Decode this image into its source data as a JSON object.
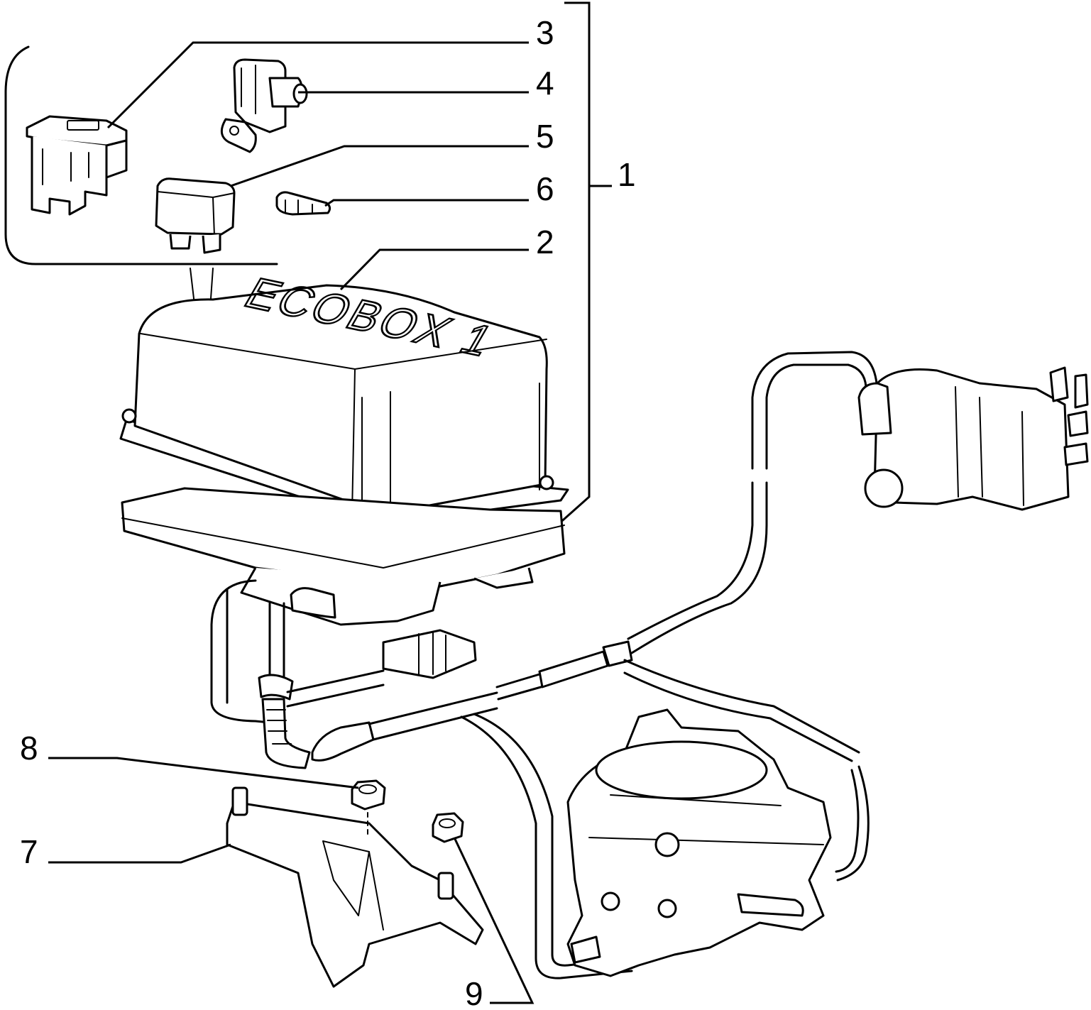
{
  "callouts": [
    {
      "id": "1",
      "label": "1",
      "part": "ecu-kit"
    },
    {
      "id": "2",
      "label": "2",
      "part": "control-unit-box"
    },
    {
      "id": "3",
      "label": "3",
      "part": "fuse-holder"
    },
    {
      "id": "4",
      "label": "4",
      "part": "vacuum-solenoid-valve"
    },
    {
      "id": "5",
      "label": "5",
      "part": "relay"
    },
    {
      "id": "6",
      "label": "6",
      "part": "sensor-connector"
    },
    {
      "id": "7",
      "label": "7",
      "part": "mounting-bracket"
    },
    {
      "id": "8",
      "label": "8",
      "part": "nut"
    },
    {
      "id": "9",
      "label": "9",
      "part": "flange-nut"
    }
  ],
  "box_lid_text": "ECOBOX 1"
}
